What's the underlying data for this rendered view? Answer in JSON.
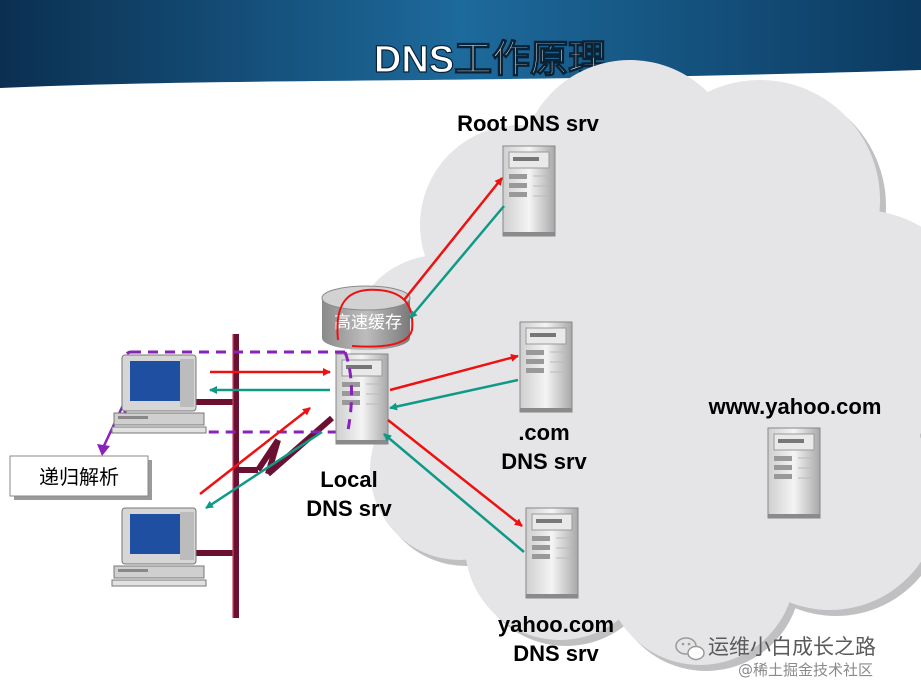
{
  "title": "DNS工作原理",
  "labels": {
    "root": "Root DNS srv",
    "com_line1": ".com",
    "com_line2": "DNS srv",
    "yahoo_line1": "yahoo.com",
    "yahoo_line2": "DNS srv",
    "www": "www.yahoo.com",
    "local_line1": "Local",
    "local_line2": "DNS srv",
    "cache": "高速缓存",
    "recursive": "递归解析"
  },
  "watermark": {
    "line1": "运维小白成长之路",
    "line2": "@稀土掘金技术社区"
  },
  "colors": {
    "header_dark": "#0b3a5e",
    "header_mid": "#2a7fb0",
    "cloud": "#e4e4e6",
    "request_arrow": "#ee1111",
    "response_arrow": "#119988",
    "lan_bus": "#6b1030",
    "dashed_box": "#8822bb",
    "cache_highlight": "#ee1111"
  },
  "icons": [
    "server-icon",
    "computer-icon",
    "cache-cylinder-icon",
    "wechat-icon"
  ]
}
